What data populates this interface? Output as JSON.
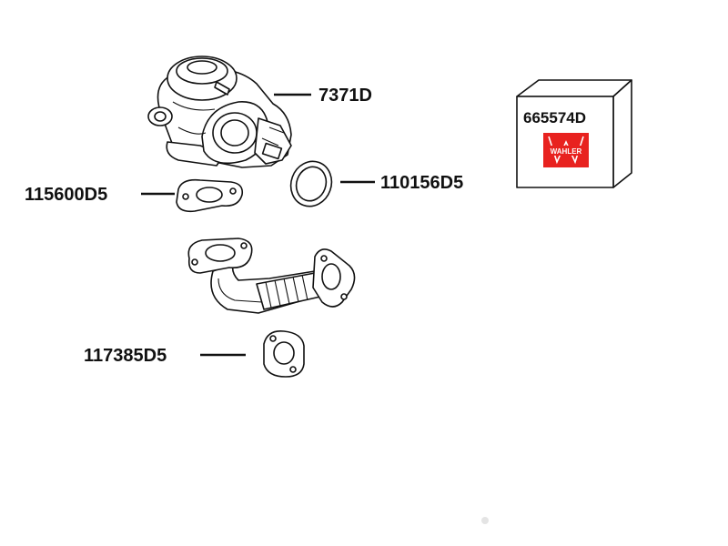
{
  "parts": [
    {
      "id": "egr-valve",
      "number": "7371D"
    },
    {
      "id": "flange-gasket",
      "number": "115600D5"
    },
    {
      "id": "o-ring",
      "number": "110156D5"
    },
    {
      "id": "pipe-gasket",
      "number": "117385D5"
    }
  ],
  "package": {
    "number": "665574D",
    "brand": "WAHLER",
    "brand_color": "#e8221f"
  },
  "colors": {
    "line": "#111111",
    "background": "#ffffff"
  }
}
